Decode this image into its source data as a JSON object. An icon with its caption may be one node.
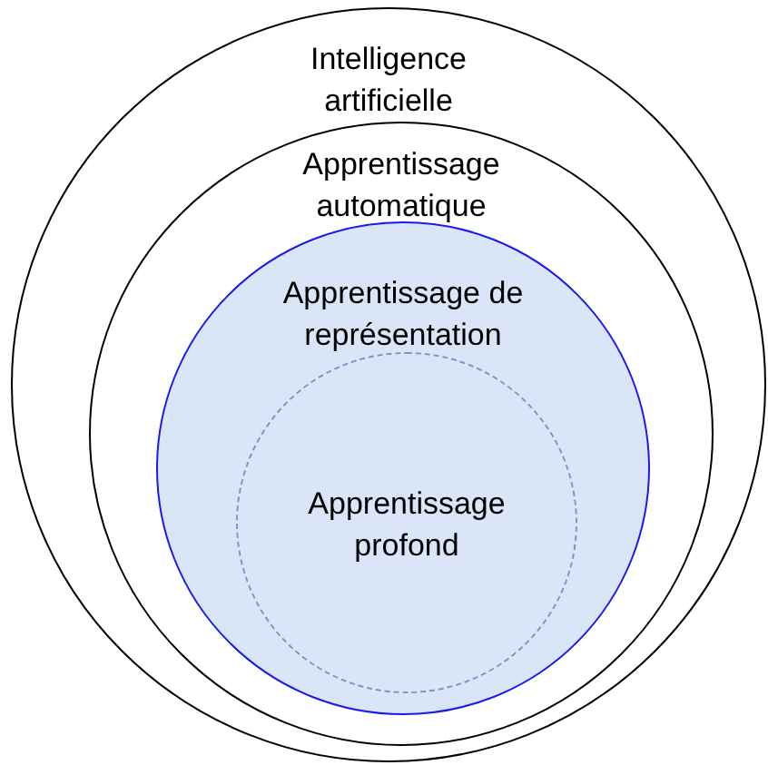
{
  "diagram": {
    "nodes": [
      {
        "text": [
          "Intelligence artificielle"
        ]
      },
      {
        "text": [
          "Apprentissage automatique"
        ],
        "in": 0
      },
      {
        "text": [
          "Apprentissage de représentation"
        ],
        "in": 1
      },
      {
        "text": [
          "Apprentissage profond"
        ],
        "in": 2
      }
    ]
  }
}
